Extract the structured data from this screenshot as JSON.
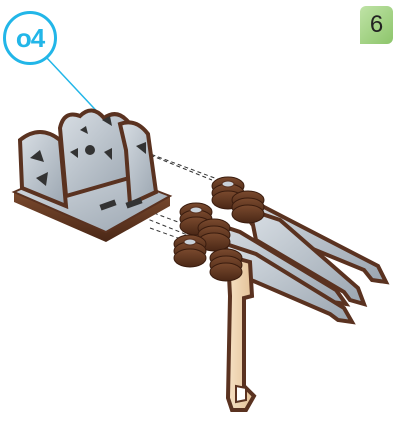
{
  "part_label": "o4",
  "step_number": "6",
  "colors": {
    "accent": "#22b6e8",
    "step_badge": "#9fd07f",
    "wood_dark": "#5a3220",
    "wood_light": "#f0d4b0",
    "face_gray": "#bcc6d0"
  },
  "icons": [
    "leader-line",
    "dashed-guide-lines",
    "base-block-part",
    "key-assembly-part"
  ]
}
